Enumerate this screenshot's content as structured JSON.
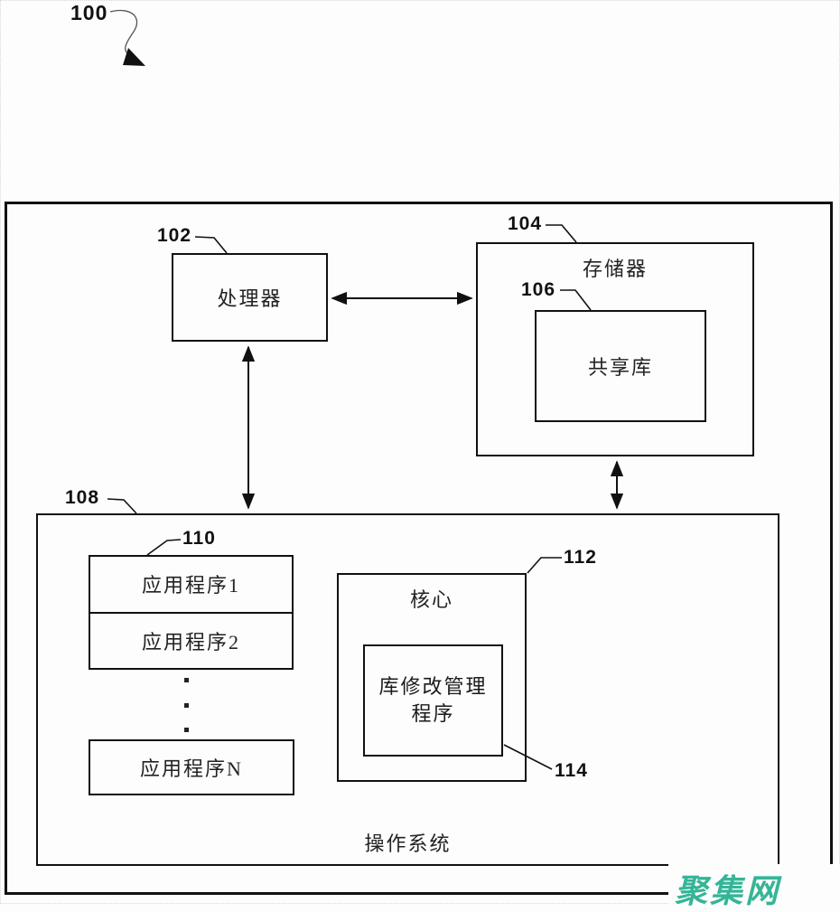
{
  "figure_ref": {
    "label": "100"
  },
  "blocks": {
    "processor": {
      "ref": "102",
      "label": "处理器"
    },
    "memory": {
      "ref": "104",
      "label": "存储器"
    },
    "shared_library": {
      "ref": "106",
      "label": "共享库"
    },
    "operating_system": {
      "ref": "108",
      "label": "操作系统"
    },
    "applications": {
      "ref": "110",
      "items": [
        "应用程序1",
        "应用程序2",
        "应用程序N"
      ]
    },
    "kernel": {
      "ref": "112",
      "label": "核心"
    },
    "library_manager": {
      "ref": "114",
      "label": "库修改管理程序"
    }
  },
  "connections": [
    {
      "from": "processor",
      "to": "memory",
      "type": "double-arrow"
    },
    {
      "from": "processor",
      "to": "operating_system",
      "type": "double-arrow"
    },
    {
      "from": "memory",
      "to": "operating_system",
      "type": "double-arrow"
    }
  ],
  "watermark": {
    "text": "聚集网",
    "color": "#35b597"
  }
}
